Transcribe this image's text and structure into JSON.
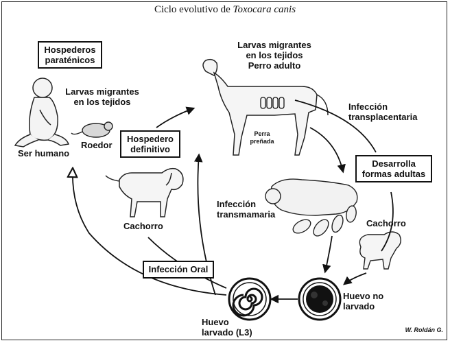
{
  "title": {
    "prefix": "Ciclo evolutivo de ",
    "species": "Toxocara canis"
  },
  "boxes": {
    "paratenic": "Hospederos\nparaténicos",
    "definitive": "Hospedero\ndefinitivo",
    "adult_forms": "Desarrolla\nformas adultas",
    "oral": "Infección Oral"
  },
  "labels": {
    "migrating_tissue_top": "Larvas migrantes\nen los tejidos\nPerro adulto",
    "migrating_tissue_left": "Larvas migrantes\nen los tejidos",
    "human": "Ser humano",
    "rodent": "Roedor",
    "pregnant": "Perra\npreñada",
    "transplacental": "Infección\ntransplacentaria",
    "transmammary": "Infección\ntransmamaria",
    "puppy_left": "Cachorro",
    "puppy_right": "Cachorro",
    "egg_unlarvated": "Huevo no\nlarvado",
    "egg_larvated": "Huevo\nlarvado (L3)"
  },
  "credit": "W. Roldán G."
}
